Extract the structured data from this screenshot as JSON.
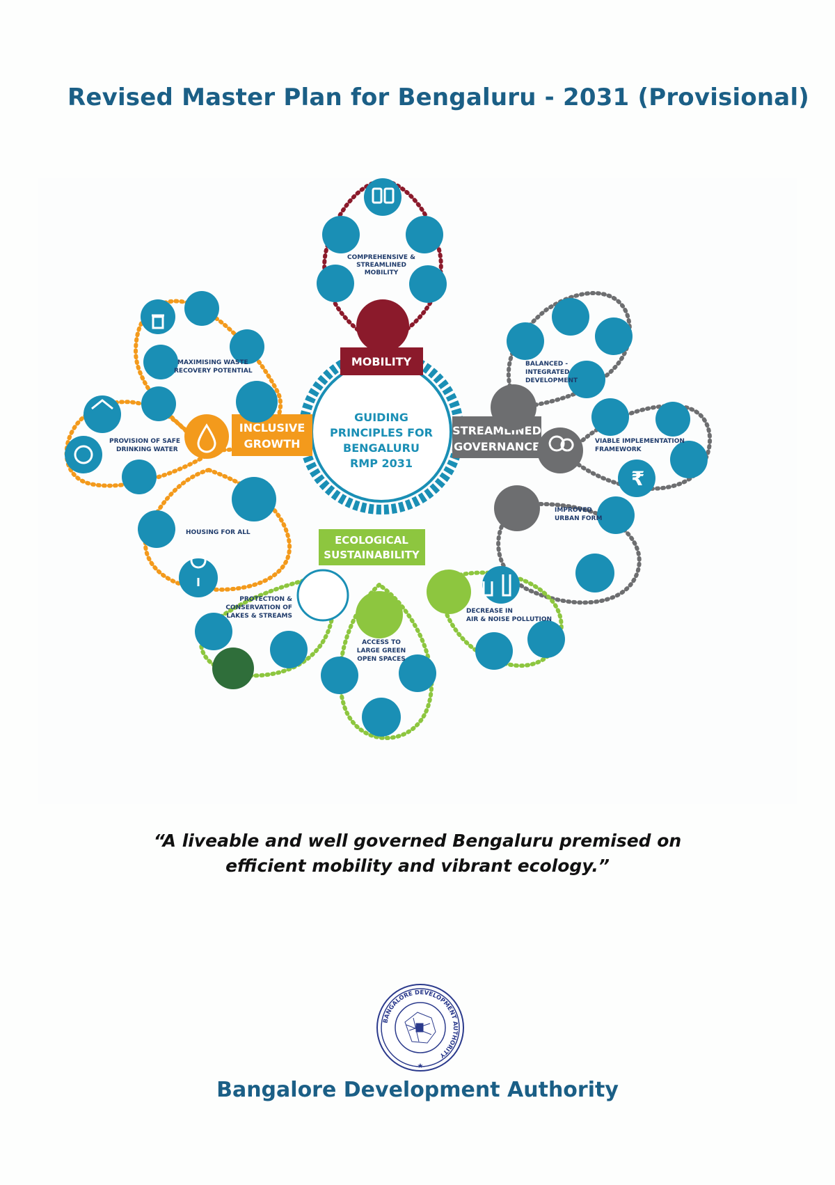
{
  "title": "Revised Master Plan for Bengaluru - 2031 (Provisional)",
  "center": {
    "lines": [
      "GUIDING",
      "PRINCIPLES FOR",
      "BENGALURU",
      "RMP 2031"
    ]
  },
  "pillars": {
    "mobility": {
      "label": "MOBILITY",
      "color": "#8b1a2b"
    },
    "inclusive": {
      "lines": [
        "INCLUSIVE",
        "GROWTH"
      ],
      "color": "#f39a1c"
    },
    "governance": {
      "lines": [
        "STREAMLINED",
        "GOVERNANCE"
      ],
      "color": "#6d6e70"
    },
    "ecological": {
      "lines": [
        "ECOLOGICAL",
        "SUSTAINABILITY"
      ],
      "color": "#8dc63f"
    }
  },
  "topics": {
    "mobility": [
      "COMPREHENSIVE &",
      "STREAMLINED",
      "MOBILITY"
    ],
    "waste": [
      "MAXIMISING WASTE",
      "RECOVERY POTENTIAL"
    ],
    "water": [
      "PROVISION OF SAFE",
      "DRINKING WATER"
    ],
    "housing": [
      "HOUSING FOR ALL"
    ],
    "balanced": [
      "BALANCED -",
      "INTEGRATED",
      "DEVELOPMENT"
    ],
    "viable": [
      "VIABLE IMPLEMENTATION",
      "FRAMEWORK"
    ],
    "urban": [
      "IMPROVED",
      "URBAN FORM"
    ],
    "lakes": [
      "PROTECTION &",
      "CONSERVATION  OF",
      "LAKES & STREAMS"
    ],
    "green": [
      "ACCESS TO",
      "LARGE GREEN",
      "OPEN SPACES"
    ],
    "pollution": [
      "DECREASE IN",
      "AIR & NOISE POLLUTION"
    ]
  },
  "colors": {
    "title": "#1b5f86",
    "icon_circle": "#1a8fb5",
    "mobility": "#8b1a2b",
    "orange": "#f39a1c",
    "grey": "#6d6e70",
    "green": "#8dc63f"
  },
  "quote": {
    "line1": "“A liveable and well governed Bengaluru premised on",
    "line2": "efficient mobility and vibrant ecology.”"
  },
  "seal": {
    "outer_text": "BANGALORE DEVELOPMENT AUTHORITY"
  },
  "organization": "Bangalore Development Authority"
}
